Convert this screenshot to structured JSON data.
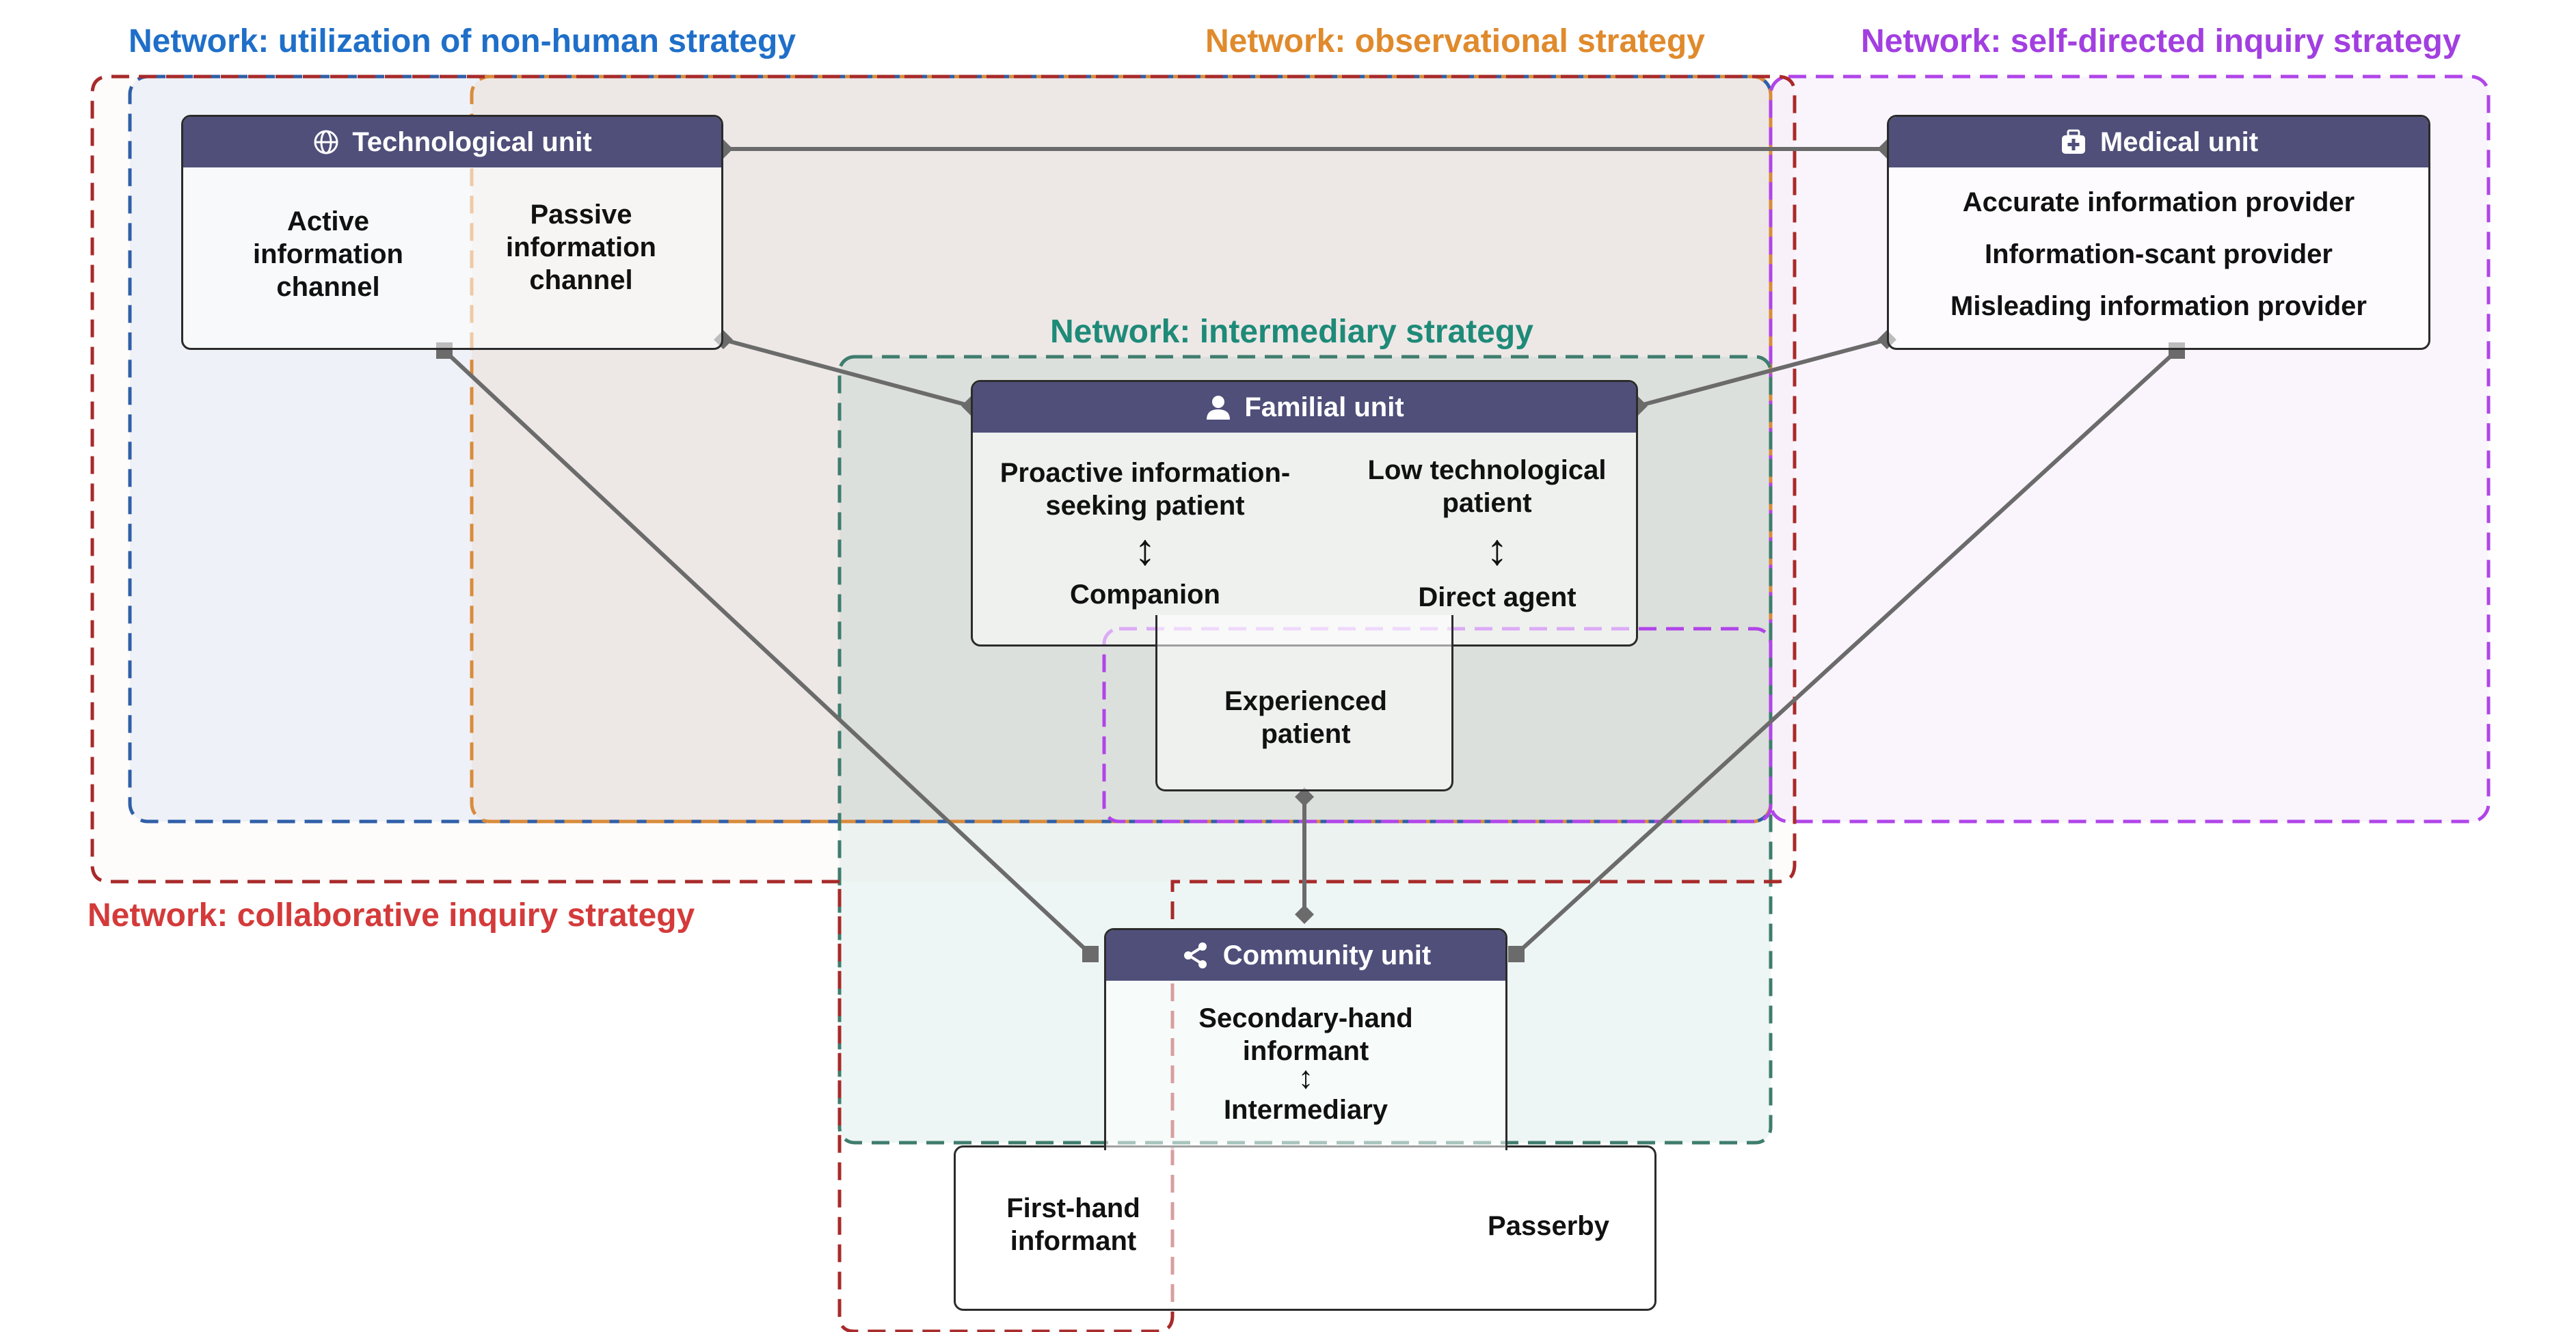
{
  "networks": {
    "non_human": "Network: utilization of non-human strategy",
    "observational": "Network: observational strategy",
    "self_directed": "Network: self-directed inquiry strategy",
    "intermediary": "Network: intermediary strategy",
    "collaborative": "Network: collaborative inquiry strategy"
  },
  "colors": {
    "non_human": "#1f6fc9",
    "observational": "#e08a2c",
    "self_directed": "#a23fe0",
    "intermediary": "#1e8a78",
    "collaborative": "#d43a3a",
    "header": "#4f4f7a",
    "connector": "#6b6b6b"
  },
  "units": {
    "technological": {
      "title": "Technological unit",
      "icon": "globe-icon",
      "roles": [
        "Active information channel",
        "Passive information channel"
      ]
    },
    "medical": {
      "title": "Medical unit",
      "icon": "medical-kit-icon",
      "roles": [
        "Accurate information provider",
        "Information-scant provider",
        "Misleading information provider"
      ]
    },
    "familial": {
      "title": "Familial unit",
      "icon": "person-icon",
      "left_top": "Proactive information-seeking patient",
      "left_bottom": "Companion",
      "right_top": "Low technological patient",
      "right_bottom": "Direct agent",
      "extra": "Experienced patient"
    },
    "community": {
      "title": "Community unit",
      "icon": "share-icon",
      "top": "Secondary-hand informant",
      "bottom": "Intermediary",
      "extra_left": "First-hand informant",
      "extra_right": "Passerby"
    }
  }
}
